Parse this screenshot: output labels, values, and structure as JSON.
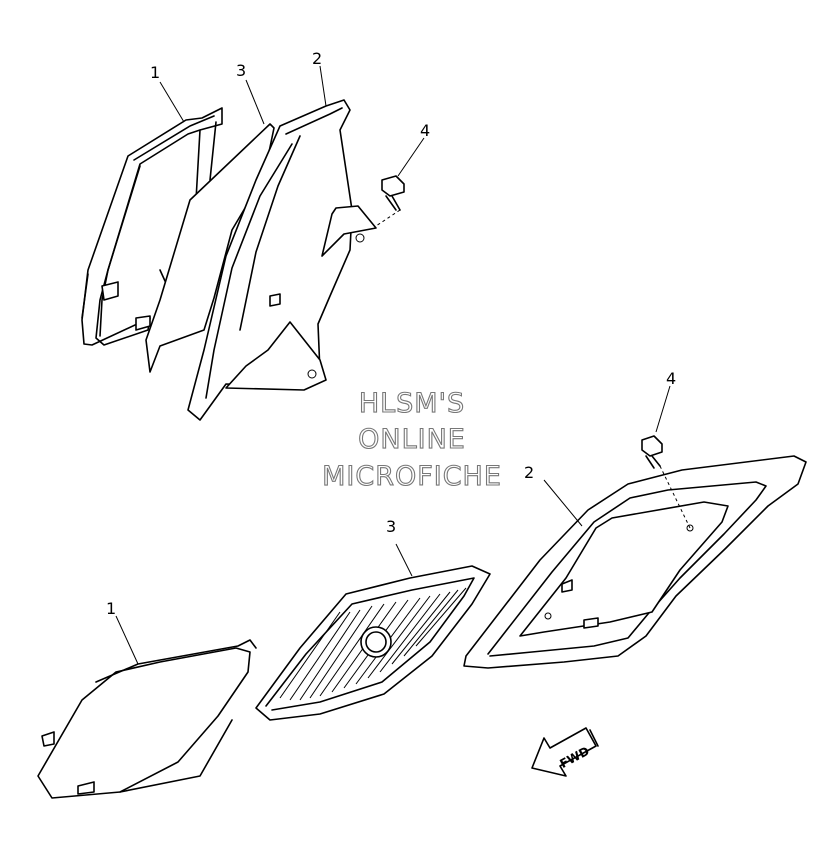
{
  "callouts": {
    "upper_1": "1",
    "upper_3": "3",
    "upper_2": "2",
    "upper_4": "4",
    "lower_4": "4",
    "lower_2": "2",
    "lower_3": "3",
    "lower_1": "1"
  },
  "watermark": {
    "line1": "HLSM'S",
    "line2": "ONLINE",
    "line3": "MICROFICHE"
  },
  "direction_arrow": {
    "label": "FWD",
    "icon": "fwd-arrow-icon"
  }
}
